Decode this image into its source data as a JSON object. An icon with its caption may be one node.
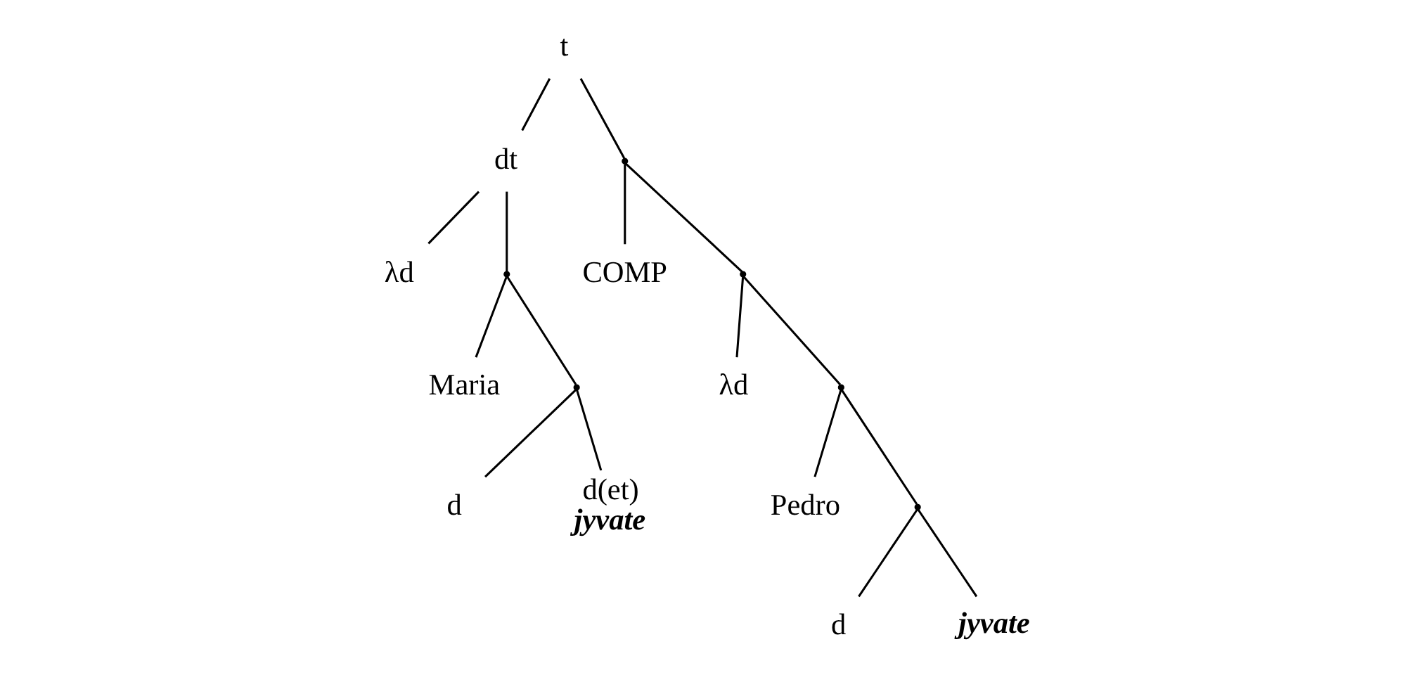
{
  "diagram": {
    "nodes": [
      {
        "text": [
          "t"
        ]
      },
      {
        "text": [
          "dt"
        ]
      },
      {
        "text": [
          "λd"
        ]
      },
      {
        "text": [
          "Maria"
        ]
      },
      {
        "text": [
          "d"
        ]
      },
      {
        "text": [
          "d(et)",
          "jyvate"
        ]
      },
      {
        "text": [
          "COMP"
        ]
      },
      {
        "text": [
          "λd"
        ]
      },
      {
        "text": [
          "Pedro"
        ]
      },
      {
        "text": [
          "d"
        ]
      },
      {
        "text": [
          "jyvate"
        ]
      },
      {
        "text": [],
        "shape": "point"
      },
      {
        "text": [],
        "shape": "point"
      },
      {
        "text": [],
        "shape": "point"
      },
      {
        "text": [],
        "shape": "point"
      },
      {
        "text": [],
        "shape": "point"
      },
      {
        "text": [],
        "shape": "point"
      }
    ],
    "edges": [
      {
        "from": 0,
        "to": 11,
        "arrow": "none"
      },
      {
        "from": 0,
        "to": 1,
        "arrow": "none"
      },
      {
        "from": 11,
        "to": 6,
        "arrow": "none"
      },
      {
        "from": 11,
        "to": 13,
        "arrow": "none"
      },
      {
        "from": 13,
        "to": 7,
        "arrow": "none"
      },
      {
        "from": 13,
        "to": 15,
        "arrow": "none"
      },
      {
        "from": 15,
        "to": 8,
        "arrow": "none"
      },
      {
        "from": 15,
        "to": 16,
        "arrow": "none"
      },
      {
        "from": 16,
        "to": 9,
        "arrow": "none"
      },
      {
        "from": 16,
        "to": 10,
        "arrow": "none"
      },
      {
        "from": 1,
        "to": 2,
        "arrow": "none"
      },
      {
        "from": 1,
        "to": 12,
        "arrow": "none"
      },
      {
        "from": 12,
        "to": 3,
        "arrow": "none"
      },
      {
        "from": 12,
        "to": 14,
        "arrow": "none"
      },
      {
        "from": 14,
        "to": 4,
        "arrow": "none"
      },
      {
        "from": 14,
        "to": 5,
        "arrow": "none"
      }
    ]
  }
}
